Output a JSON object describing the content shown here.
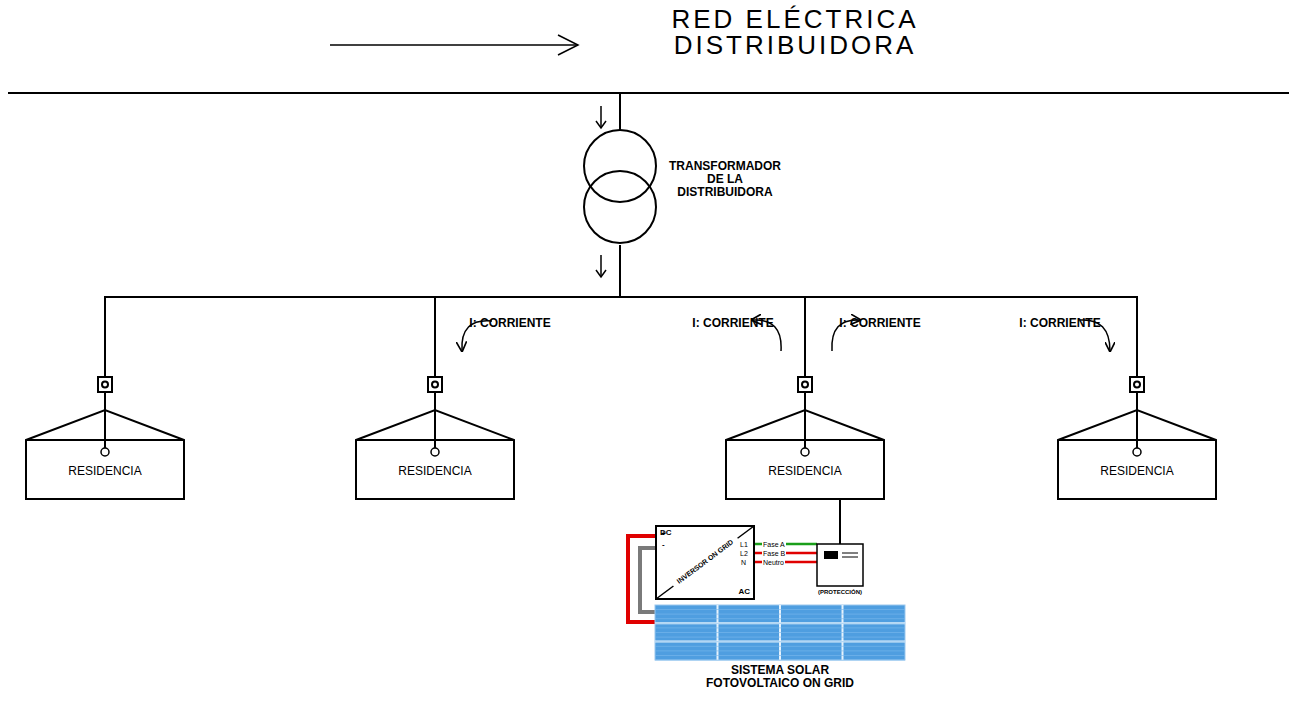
{
  "diagram": {
    "title": "RED ELÉCTRICA DISTRIBUIDORA",
    "nodes": [
      {
        "text": [
          "TRANSFORMADOR DE LA DISTRIBUIDORA"
        ]
      },
      {
        "text": [
          "RESIDENCIA"
        ]
      },
      {
        "text": [
          "RESIDENCIA"
        ]
      },
      {
        "text": [
          "RESIDENCIA"
        ]
      },
      {
        "text": [
          "RESIDENCIA"
        ]
      },
      {
        "text": [
          "DC",
          "INVERSOR ON GRID",
          "AC"
        ]
      },
      {
        "text": [
          "(PROTECCIÓN)"
        ]
      },
      {
        "text": [
          "SISTEMA SOLAR FOTOVOLTAICO ON GRID"
        ]
      }
    ],
    "edges": [
      {
        "from": 0,
        "to": 1,
        "arrow": "none"
      },
      {
        "from": 0,
        "to": 2,
        "arrow": "none"
      },
      {
        "from": 0,
        "to": 3,
        "arrow": "none"
      },
      {
        "from": 0,
        "to": 4,
        "arrow": "none"
      },
      {
        "from": 3,
        "to": 6,
        "arrow": "none"
      },
      {
        "from": 6,
        "to": 5,
        "arrow": "none"
      },
      {
        "from": 5,
        "to": 7,
        "arrow": "none"
      }
    ],
    "labels": [
      "I: CORRIENTE",
      "I: CORRIENTE",
      "I: CORRIENTE",
      "I: CORRIENTE",
      "+",
      "-",
      "L1",
      "L2",
      "N",
      "Fase A",
      "Fase B",
      "Neutro"
    ]
  }
}
